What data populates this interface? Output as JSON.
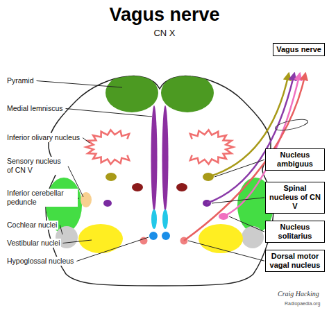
{
  "diagram": {
    "title": "Vagus nerve",
    "nodes": [
      {
        "text": [
          "Vagus nerve"
        ]
      },
      {
        "text": [
          "Nucleus ambiguus"
        ]
      },
      {
        "text": [
          "Spinal nucleus of CN V"
        ]
      },
      {
        "text": [
          "Nucleus solitarius"
        ]
      },
      {
        "text": [
          "Dorsal motor vagal nucleus"
        ]
      }
    ],
    "labels": [
      "CN X",
      "Pyramid",
      "Medial lemniscus",
      "Inferior olivary nucleus",
      "Sensory nucleus of CN V",
      "Inferior cerebellar peduncle",
      "Cochlear nuclei",
      "Vestibular nuclei",
      "Hypoglossal nucleus",
      "Craig Hacking",
      "Radiopaedia.org"
    ]
  }
}
